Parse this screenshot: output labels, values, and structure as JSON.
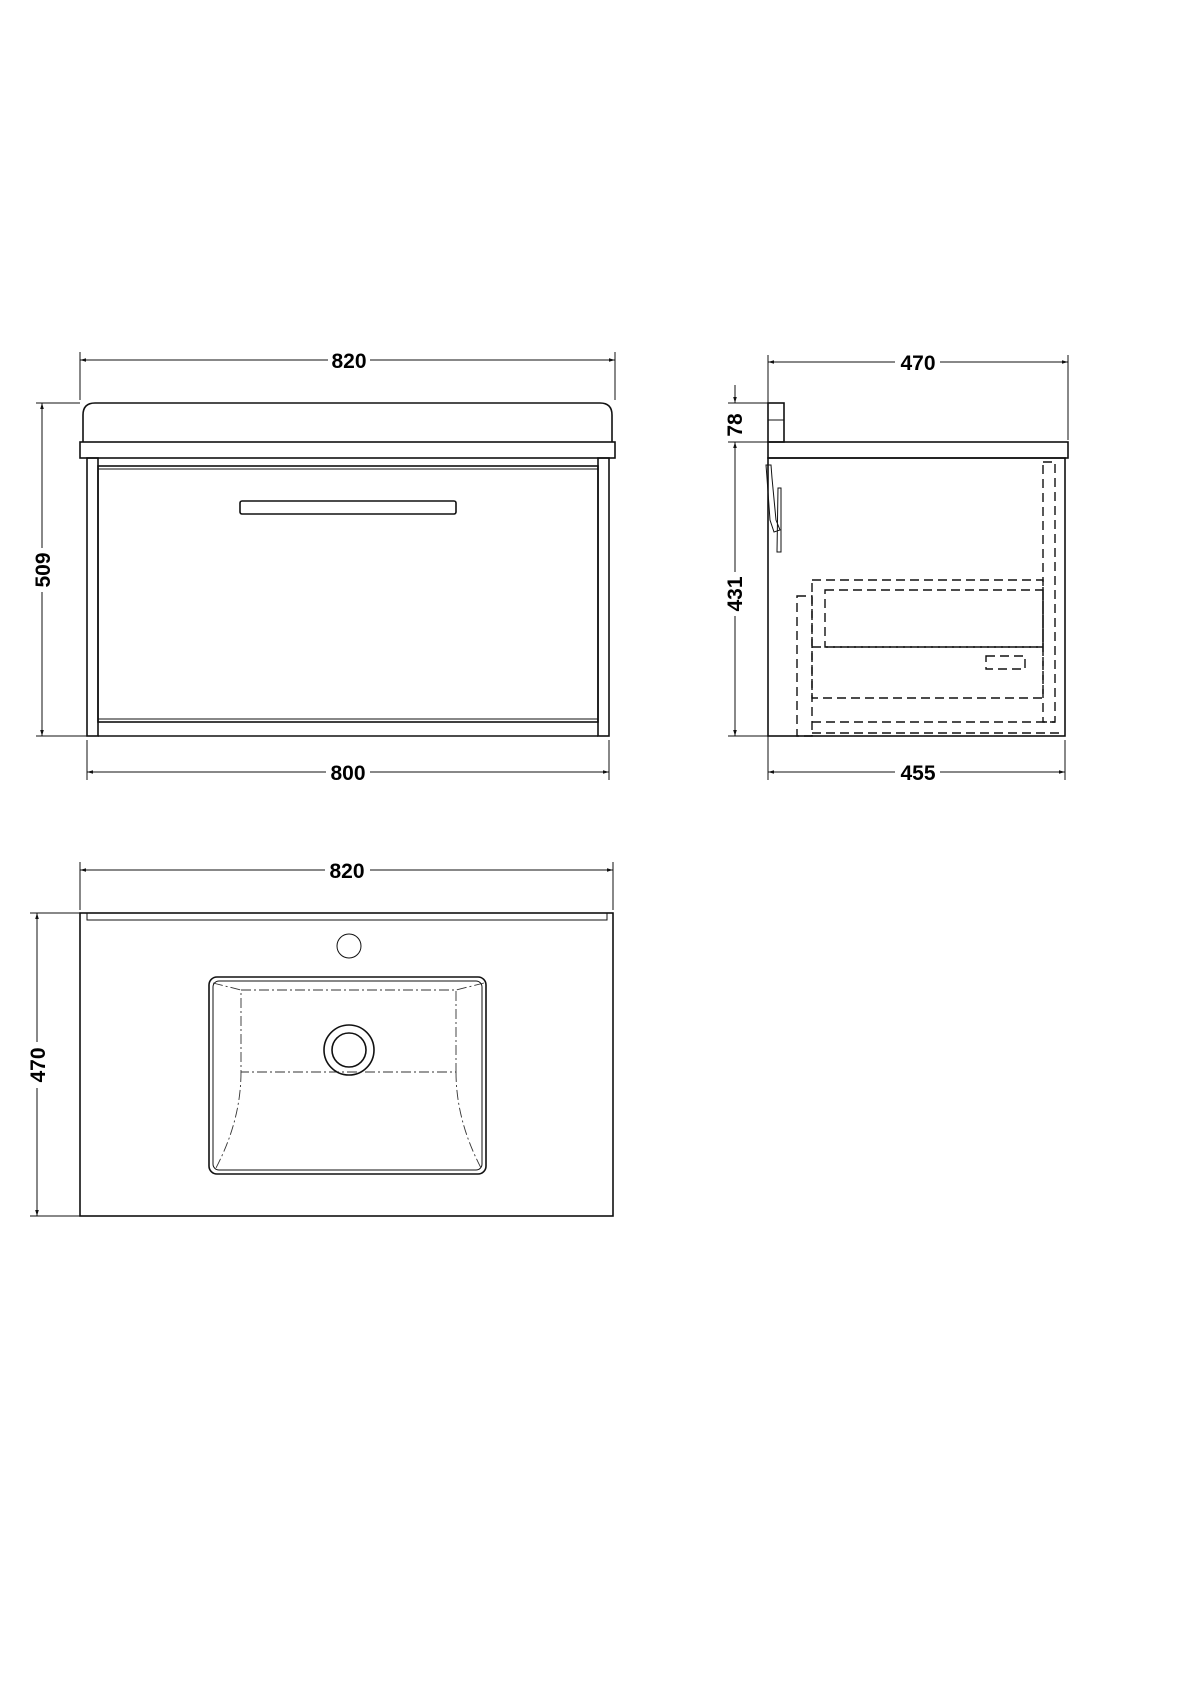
{
  "title": "Vanity unit with basin - dimension drawing (mm)",
  "front_view": {
    "overall_width": "820",
    "overall_height": "509",
    "carcass_width": "800"
  },
  "side_view": {
    "overall_depth": "470",
    "splashback_height": "78",
    "cabinet_height": "431",
    "cabinet_depth": "455"
  },
  "top_view": {
    "width": "820",
    "depth": "470"
  },
  "line_color": "#111111"
}
